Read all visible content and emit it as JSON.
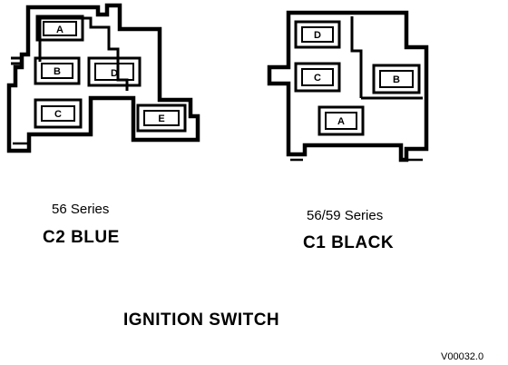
{
  "left_connector": {
    "series": "56 Series",
    "name": "C2 BLUE",
    "terminals": [
      "A",
      "B",
      "D",
      "C",
      "E"
    ]
  },
  "right_connector": {
    "series": "56/59 Series",
    "name": "C1 BLACK",
    "terminals": [
      "D",
      "C",
      "B",
      "A"
    ]
  },
  "title": "IGNITION SWITCH",
  "figure_code": "V00032.0",
  "colors": {
    "line": "#000000",
    "background": "#ffffff"
  }
}
